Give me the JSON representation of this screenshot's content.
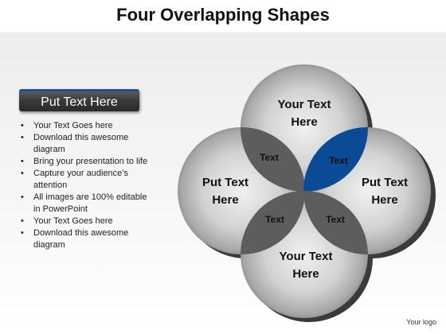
{
  "title": "Four Overlapping Shapes",
  "sidebar": {
    "header": "Put Text Here",
    "bullets": [
      "Your Text Goes here",
      "Download this awesome diagram",
      "Bring your presentation to life",
      "Capture your audience’s attention",
      "All images are 100% editable in PowerPoint",
      "Your Text Goes here",
      "Download this awesome diagram"
    ]
  },
  "diagram": {
    "circles": {
      "top": {
        "line1": "Your Text",
        "line2": "Here"
      },
      "left": {
        "line1": "Put Text",
        "line2": "Here"
      },
      "right": {
        "line1": "Put Text",
        "line2": "Here"
      },
      "bottom": {
        "line1": "Your Text",
        "line2": "Here"
      }
    },
    "overlaps": {
      "top_left": "Text",
      "top_right": "Text",
      "bottom_left": "Text",
      "bottom_right": "Text"
    },
    "colors": {
      "accent_blue": "#0b4a94",
      "overlap_gray": "#5d5d5d"
    }
  },
  "footer": {
    "logo_text": "Your logo"
  }
}
